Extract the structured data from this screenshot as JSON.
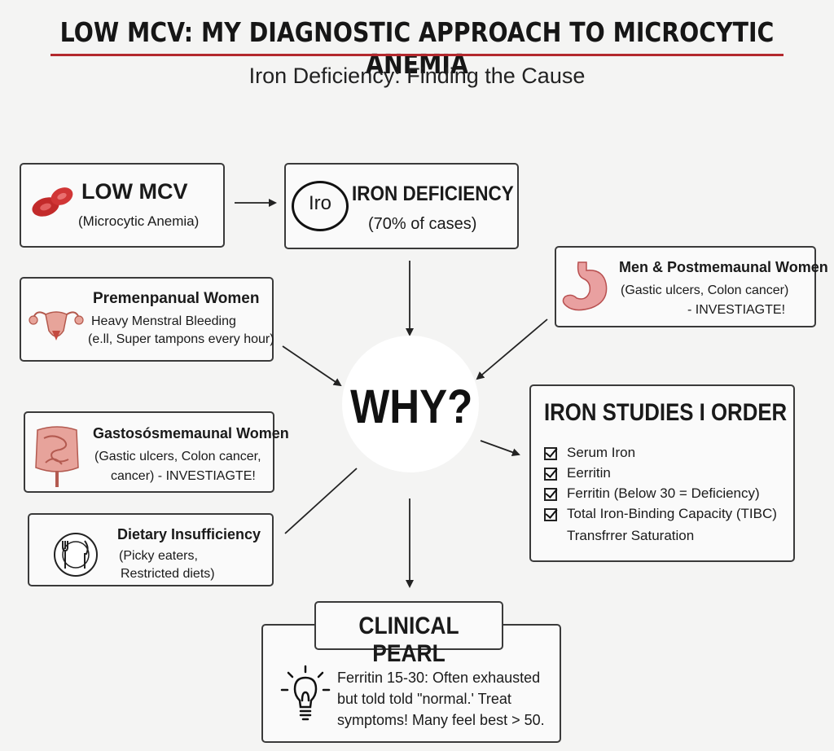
{
  "header": {
    "title": "LOW MCV: MY DIAGNOSTIC APPROACH TO MICROCYTIC ANEMIA",
    "subtitle": "Iron Deficiency: Finding the Cause"
  },
  "low_mcv": {
    "title": "LOW MCV",
    "subtitle": "(Microcytic Anemia)",
    "icon": "red-blood-cells-icon"
  },
  "iron_deficiency": {
    "icon_text": "Iro",
    "title": "IRON DEFICIENCY",
    "subtitle": "(70% of cases)"
  },
  "center": {
    "label": "WHY?"
  },
  "causes": {
    "premenopausal": {
      "title": "Premenpanual Women",
      "line1": "Heavy Menstral Bleeding",
      "line2": "(e.ll, Super tampons every hour)",
      "icon": "uterus-icon"
    },
    "gastro": {
      "title": "Gastosósmemaunal Women",
      "line1": "(Gastic ulcers, Colon cancer,",
      "line2": "cancer) - INVESTIAGTE!",
      "icon": "intestines-icon"
    },
    "dietary": {
      "title": "Dietary Insufficiency",
      "line1": "(Picky eaters,",
      "line2": "Restricted diets)",
      "icon": "plate-cutlery-icon"
    },
    "men_postmeno": {
      "title": "Men & Postmemaunal Women",
      "line1": "(Gastic ulcers, Colon cancer)",
      "line2": "- INVESTIAGTE!",
      "icon": "stomach-icon"
    }
  },
  "iron_studies": {
    "title": "IRON STUDIES I ORDER",
    "items": [
      "Serum Iron",
      "Eerritin",
      "Ferritin (Below 30 = Deficiency)",
      "Total Iron-Binding Capacity (TIBC)"
    ],
    "extra": "Transfrrer Saturation"
  },
  "pearl": {
    "title": "CLINICAL PEARL",
    "lines": [
      "Ferritin 15-30: Often exhausted",
      "but told told \"normal.' Treat",
      "symptoms! Many feel best > 50."
    ],
    "icon": "lightbulb-icon"
  },
  "colors": {
    "accent": "#b3282d",
    "border": "#3a3a3a",
    "background": "#f4f4f3"
  }
}
